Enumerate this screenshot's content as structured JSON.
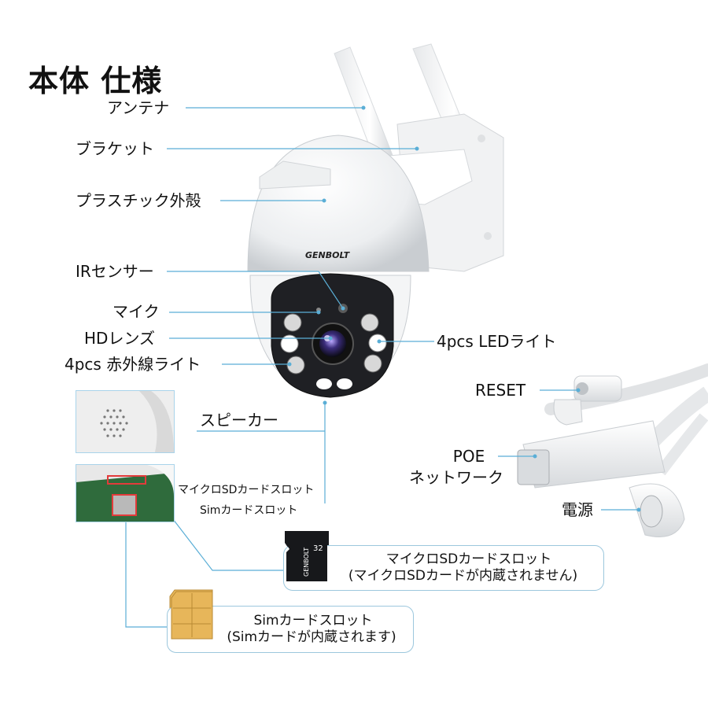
{
  "title": "本体 仕様",
  "labels": {
    "antenna": "アンテナ",
    "bracket": "ブラケット",
    "shell": "プラスチック外殻",
    "ir_sensor": "IRセンサー",
    "mic": "マイク",
    "hd_lens": "HDレンズ",
    "ir_light": "4pcs 赤外線ライト",
    "led_light": "4pcs LEDライト",
    "speaker": "スピーカー",
    "reset": "RESET",
    "poe_line1": "POE",
    "poe_line2": "ネットワーク",
    "power": "電源",
    "micro_sd_slot_small": "マイクロSDカードスロット",
    "sim_slot_small": "Simカードスロット"
  },
  "callouts": {
    "micro_sd_title": "マイクロSDカードスロット",
    "micro_sd_note": "(マイクロSDカードが内蔵されません)",
    "sim_title": "Simカードスロット",
    "sim_note": "(Simカードが内蔵されます)"
  },
  "branding": {
    "camera_logo": "GENBOLT",
    "sd_card_text": "32"
  },
  "colors": {
    "leader": "#5aaed6",
    "box_border": "#9cc7dd",
    "sim_gold": "#e7b65a"
  }
}
